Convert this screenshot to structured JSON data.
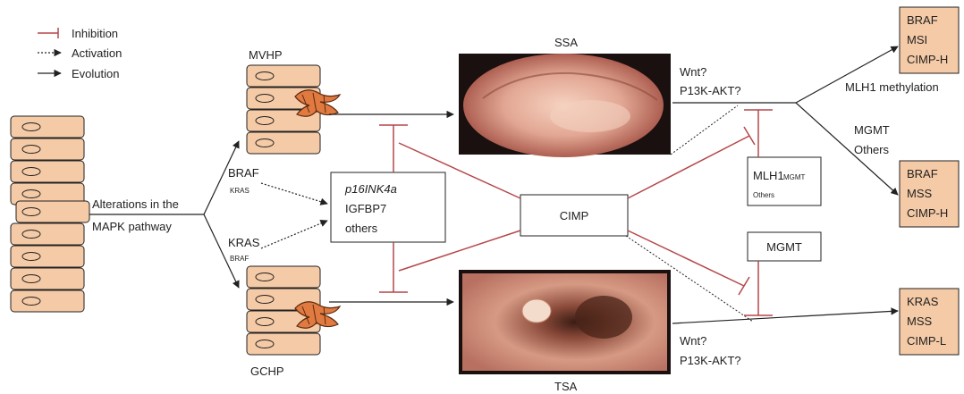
{
  "legend": {
    "inhibition": "Inhibition",
    "activation": "Activation",
    "evolution": "Evolution"
  },
  "labels": {
    "mvhp": "MVHP",
    "gchp": "GCHP",
    "ssa": "SSA",
    "tsa": "TSA",
    "mapk_line1": "Alterations in the",
    "mapk_line2": "MAPK pathway",
    "braf_upper_main": "BRAF",
    "braf_upper_sub": "KRAS",
    "kras_lower_main": "KRAS",
    "kras_lower_sub": "BRAF",
    "wnt_top": "Wnt?",
    "pi3k_top": "P13K-AKT?",
    "wnt_bottom": "Wnt?",
    "pi3k_bottom": "P13K-AKT?",
    "mlh1_methylation": "MLH1 methylation",
    "mgmt_others_1": "MGMT",
    "mgmt_others_2": "Others"
  },
  "boxes": {
    "p16": [
      "p16INK4a",
      "IGFBP7",
      "others"
    ],
    "cimp": "CIMP",
    "mlh1_box_main": "MLH1",
    "mlh1_box_sub": "MGMT",
    "mlh1_box_others": "Others",
    "mgmt_box": "MGMT"
  },
  "outcomes": {
    "top": [
      "BRAF",
      "MSI",
      "CIMP-H"
    ],
    "middle": [
      "BRAF",
      "MSS",
      "CIMP-H"
    ],
    "bottom": [
      "KRAS",
      "MSS",
      "CIMP-L"
    ]
  },
  "colors": {
    "cell_fill": "#f5caa6",
    "inhibition": "#b5474a",
    "line": "#222222",
    "mucosa": "#d99a84",
    "mucosa_light": "#f0c4b0",
    "dark": "#1a1010"
  }
}
